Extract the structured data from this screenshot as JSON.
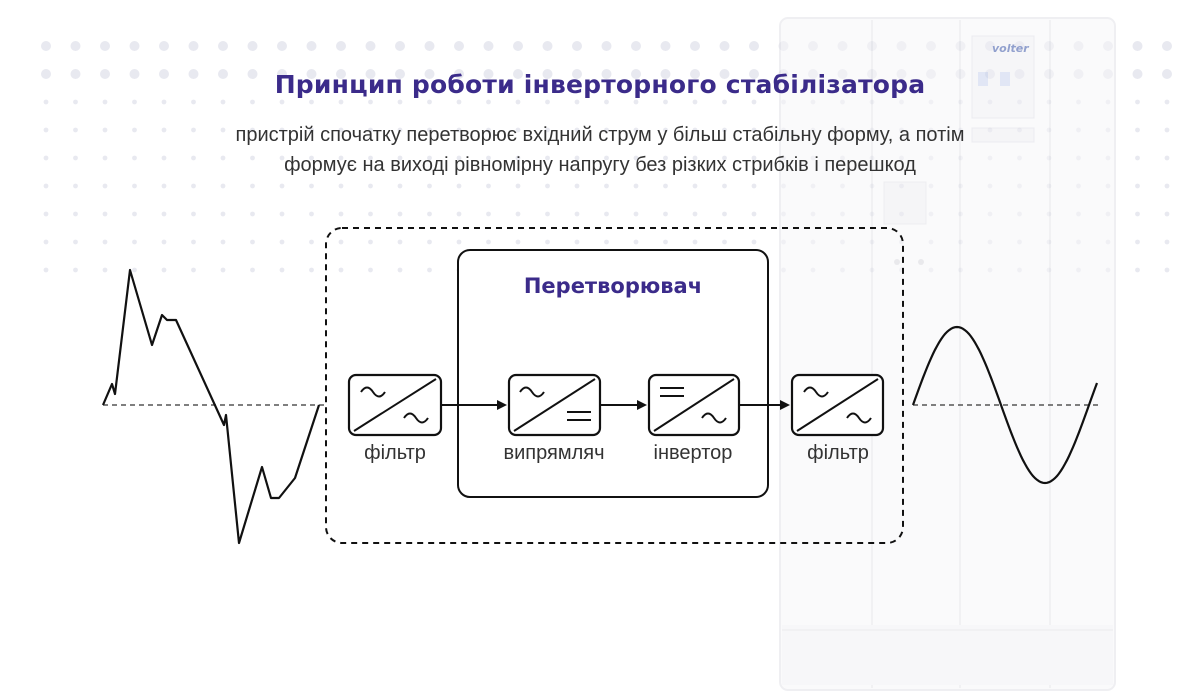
{
  "header": {
    "title": "Принцип роботи інверторного стабілізатора",
    "subtitle_line1": "пристрій спочатку перетворює вхідний струм у більш стабільну форму, а потім",
    "subtitle_line2": "формує на виході рівномірну напругу без різких стрибків і перешкод"
  },
  "device": {
    "brand": "volter"
  },
  "diagram": {
    "converter_title": "Перетворювач",
    "blocks": [
      {
        "label": "фільтр",
        "icon": "ac-ac-icon"
      },
      {
        "label": "випрямляч",
        "icon": "ac-dc-icon"
      },
      {
        "label": "інвертор",
        "icon": "dc-ac-icon"
      },
      {
        "label": "фільтр",
        "icon": "ac-ac-icon"
      }
    ]
  },
  "colors": {
    "accent": "#3b2b8a",
    "stroke": "#111111",
    "text": "#333333",
    "dots": "#e8e9f0"
  }
}
